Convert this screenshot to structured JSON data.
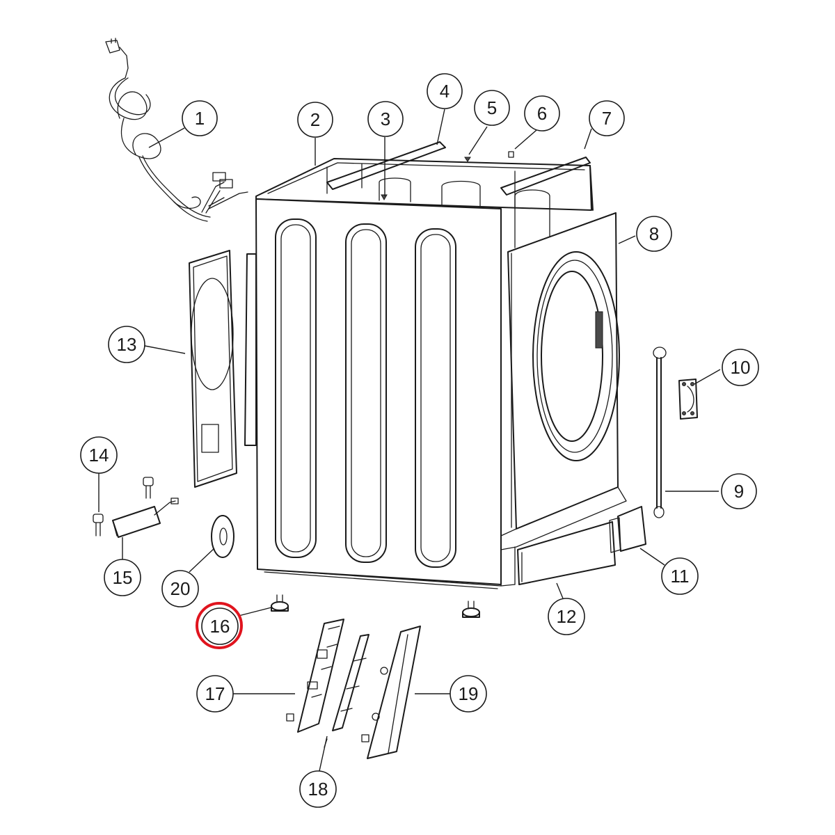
{
  "diagram": {
    "callouts": [
      {
        "label": "1"
      },
      {
        "label": "2"
      },
      {
        "label": "3"
      },
      {
        "label": "4"
      },
      {
        "label": "5"
      },
      {
        "label": "6"
      },
      {
        "label": "7"
      },
      {
        "label": "8"
      },
      {
        "label": "9"
      },
      {
        "label": "10"
      },
      {
        "label": "11"
      },
      {
        "label": "12"
      },
      {
        "label": "13"
      },
      {
        "label": "14"
      },
      {
        "label": "15"
      },
      {
        "label": "16"
      },
      {
        "label": "17"
      },
      {
        "label": "18"
      },
      {
        "label": "19"
      },
      {
        "label": "20"
      }
    ],
    "highlighted_part": "16",
    "highlight_color": "#e0141e"
  }
}
